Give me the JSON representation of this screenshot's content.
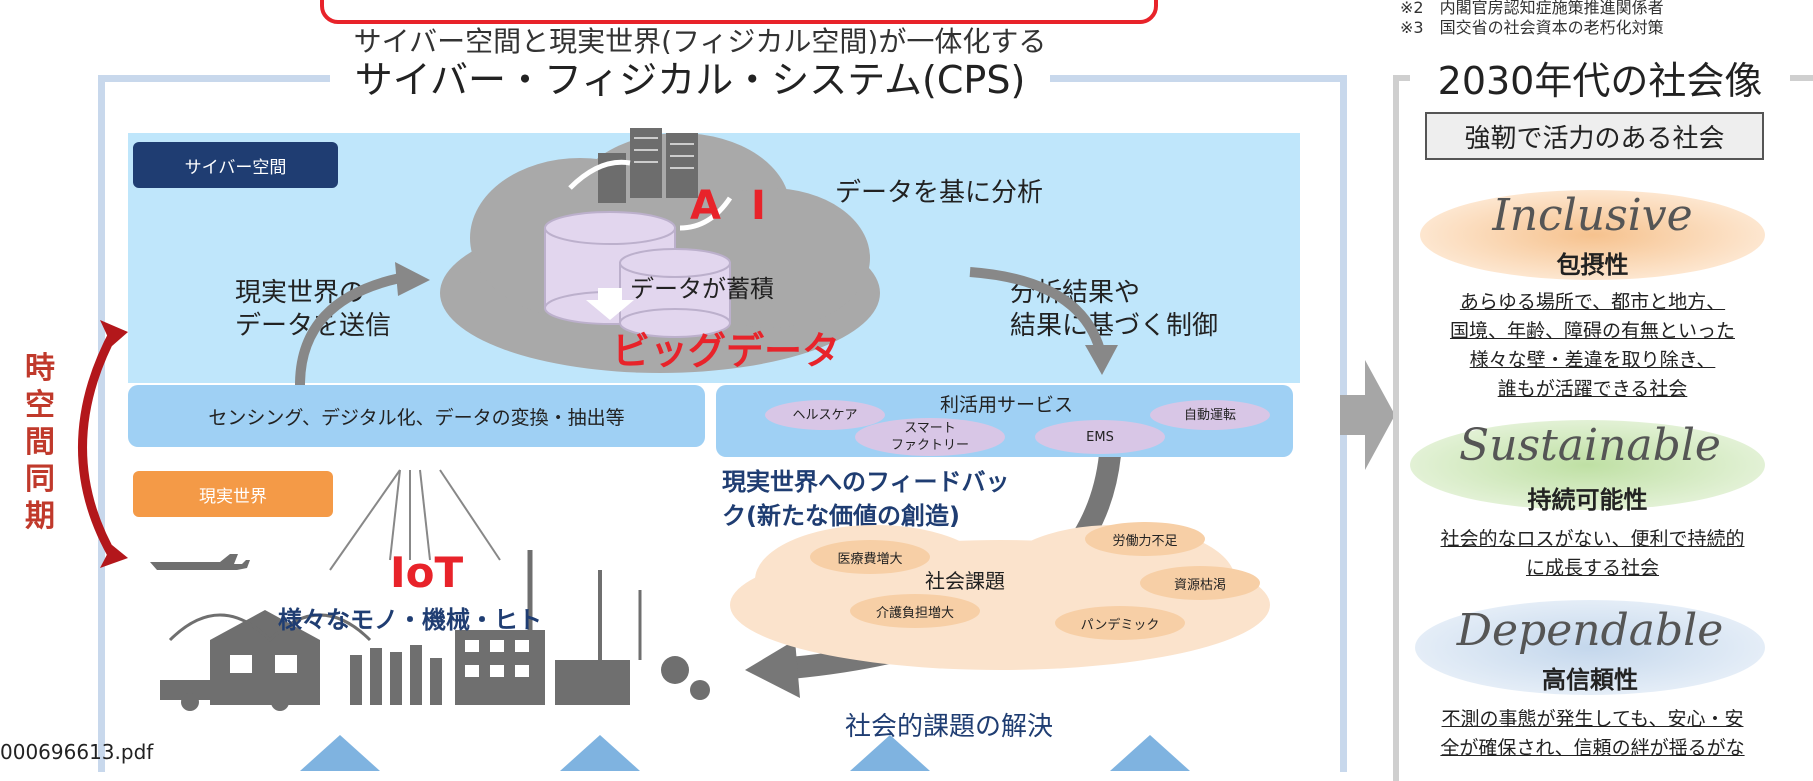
{
  "notes": {
    "note2": "※2　内閣官房認知症施策推進関係者",
    "note3": "※3　国交省の社会資本の老朽化対策"
  },
  "subtitle": "サイバー空間と現実世界(フィジカル空間)が一体化する",
  "title": "サイバー・フィジカル・システム(CPS)",
  "cyber_tag": "サイバー空間",
  "real_tag": "現実世界",
  "left_label": {
    "c1": "時",
    "c2": "空",
    "c3": "間",
    "c4": "同",
    "c5": "期"
  },
  "cloud": {
    "ai": "AI",
    "analyze": "データを基に分析",
    "accumulate": "データが蓄積",
    "bigdata": "ビッグデータ",
    "send_l1": "現実世界の",
    "send_l2": "データを送信",
    "result_l1": "分析結果や",
    "result_l2": "結果に基づく制御"
  },
  "sensing_bar": "センシング、デジタル化、データの変換・抽出等",
  "services": {
    "title": "利活用サービス",
    "healthcare": "ヘルスケア",
    "factory_l1": "スマート",
    "factory_l2": "ファクトリー",
    "ems": "EMS",
    "autonomous": "自動運転"
  },
  "feedback_l1": "現実世界へのフィード",
  "feedback_l2": "バッ",
  "feedback_l3": "ク(新たな価値の創造)",
  "issues": {
    "title": "社会課題",
    "medical": "医療費増大",
    "labor": "労働力不足",
    "resources": "資源枯渇",
    "care": "介護負担増大",
    "pandemic": "パンデミック"
  },
  "iot": "IoT",
  "iot_sub": "様々なモノ・機械・ヒト",
  "solution": "社会的課題の解決",
  "pdf_name": "000696613.pdf",
  "side": {
    "title": "2030年代の社会像",
    "resilient": "強靭で活力のある社会",
    "inclusive": {
      "en": "Inclusive",
      "jp": "包摂性",
      "d1": "あらゆる場所で、都市と地方、",
      "d2": "国境、年齢、障碍の有無といった",
      "d3": "様々な壁・差違を取り除き、",
      "d4": "誰もが活躍できる社会"
    },
    "sustainable": {
      "en": "Sustainable",
      "jp": "持続可能性",
      "d1": "社会的なロスがない、便利で持続的",
      "d2": "に成長する社会"
    },
    "dependable": {
      "en": "Dependable",
      "jp": "高信頼性",
      "d1": "不測の事態が発生しても、安心・安",
      "d2": "全が確保され、信頼の絆が揺るがな"
    }
  },
  "colors": {
    "red": "#e8232a",
    "navy": "#1f3d72",
    "orange": "#f49a47",
    "sky": "#bfe6fb",
    "bar": "#9fd0f4"
  }
}
